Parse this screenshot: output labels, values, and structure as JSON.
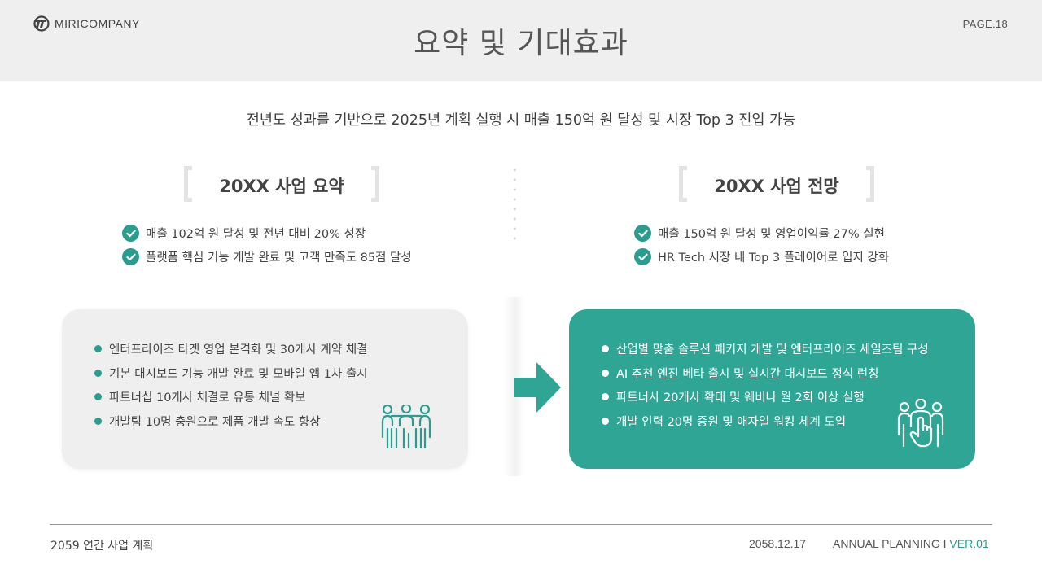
{
  "header": {
    "logo_text": "MIRICOMPANY",
    "page_label": "PAGE.18",
    "title": "요약 및 기대효과"
  },
  "subtitle": "전년도 성과를 기반으로 2025년 계획 실행 시 매출 150억 원 달성 및 시장 Top 3 진입 가능",
  "left": {
    "heading": "20XX 사업 요약",
    "checks": [
      "매출 102억 원 달성 및 전년 대비 20% 성장",
      "플랫폼 핵심 기능 개발 완료 및 고객 만족도 85점 달성"
    ],
    "card_items": [
      "엔터프라이즈 타겟 영업 본격화 및 30개사 계약 체결",
      "기본 대시보드 기능 개발 완료 및 모바일 앱 1차 출시",
      "파트너십 10개사 체결로 유통 채널 확보",
      "개발팀 10명 충원으로 제품 개발 속도 향상"
    ],
    "icon": "team-people-icon"
  },
  "right": {
    "heading": "20XX 사업 전망",
    "checks": [
      "매출 150억 원 달성 및 영업이익률 27% 실현",
      "HR Tech 시장 내 Top 3 플레이어로 입지 강화"
    ],
    "card_items": [
      "산업별 맞춤 솔루션 패키지 개발 및 엔터프라이즈 세일즈팀 구성",
      "AI 추천 엔진 베타 출시 및 실시간 대시보드 정식 런칭",
      "파트너사 20개사 확대 및 웨비나 월 2회 이상 실행",
      "개발 인력 20명 증원 및 애자일 워킹 체계 도입"
    ],
    "icon": "team-hand-pointer-icon"
  },
  "footer": {
    "left": "2059 연간 사업 계획",
    "date": "2058.12.17",
    "planning_label": "ANNUAL PLANNING I ",
    "version": "VER.01"
  },
  "colors": {
    "accent": "#2a9d8f",
    "card_accent": "#2ea595",
    "header_bg": "#efefef",
    "card_gray": "#efefef",
    "text": "#444444"
  }
}
